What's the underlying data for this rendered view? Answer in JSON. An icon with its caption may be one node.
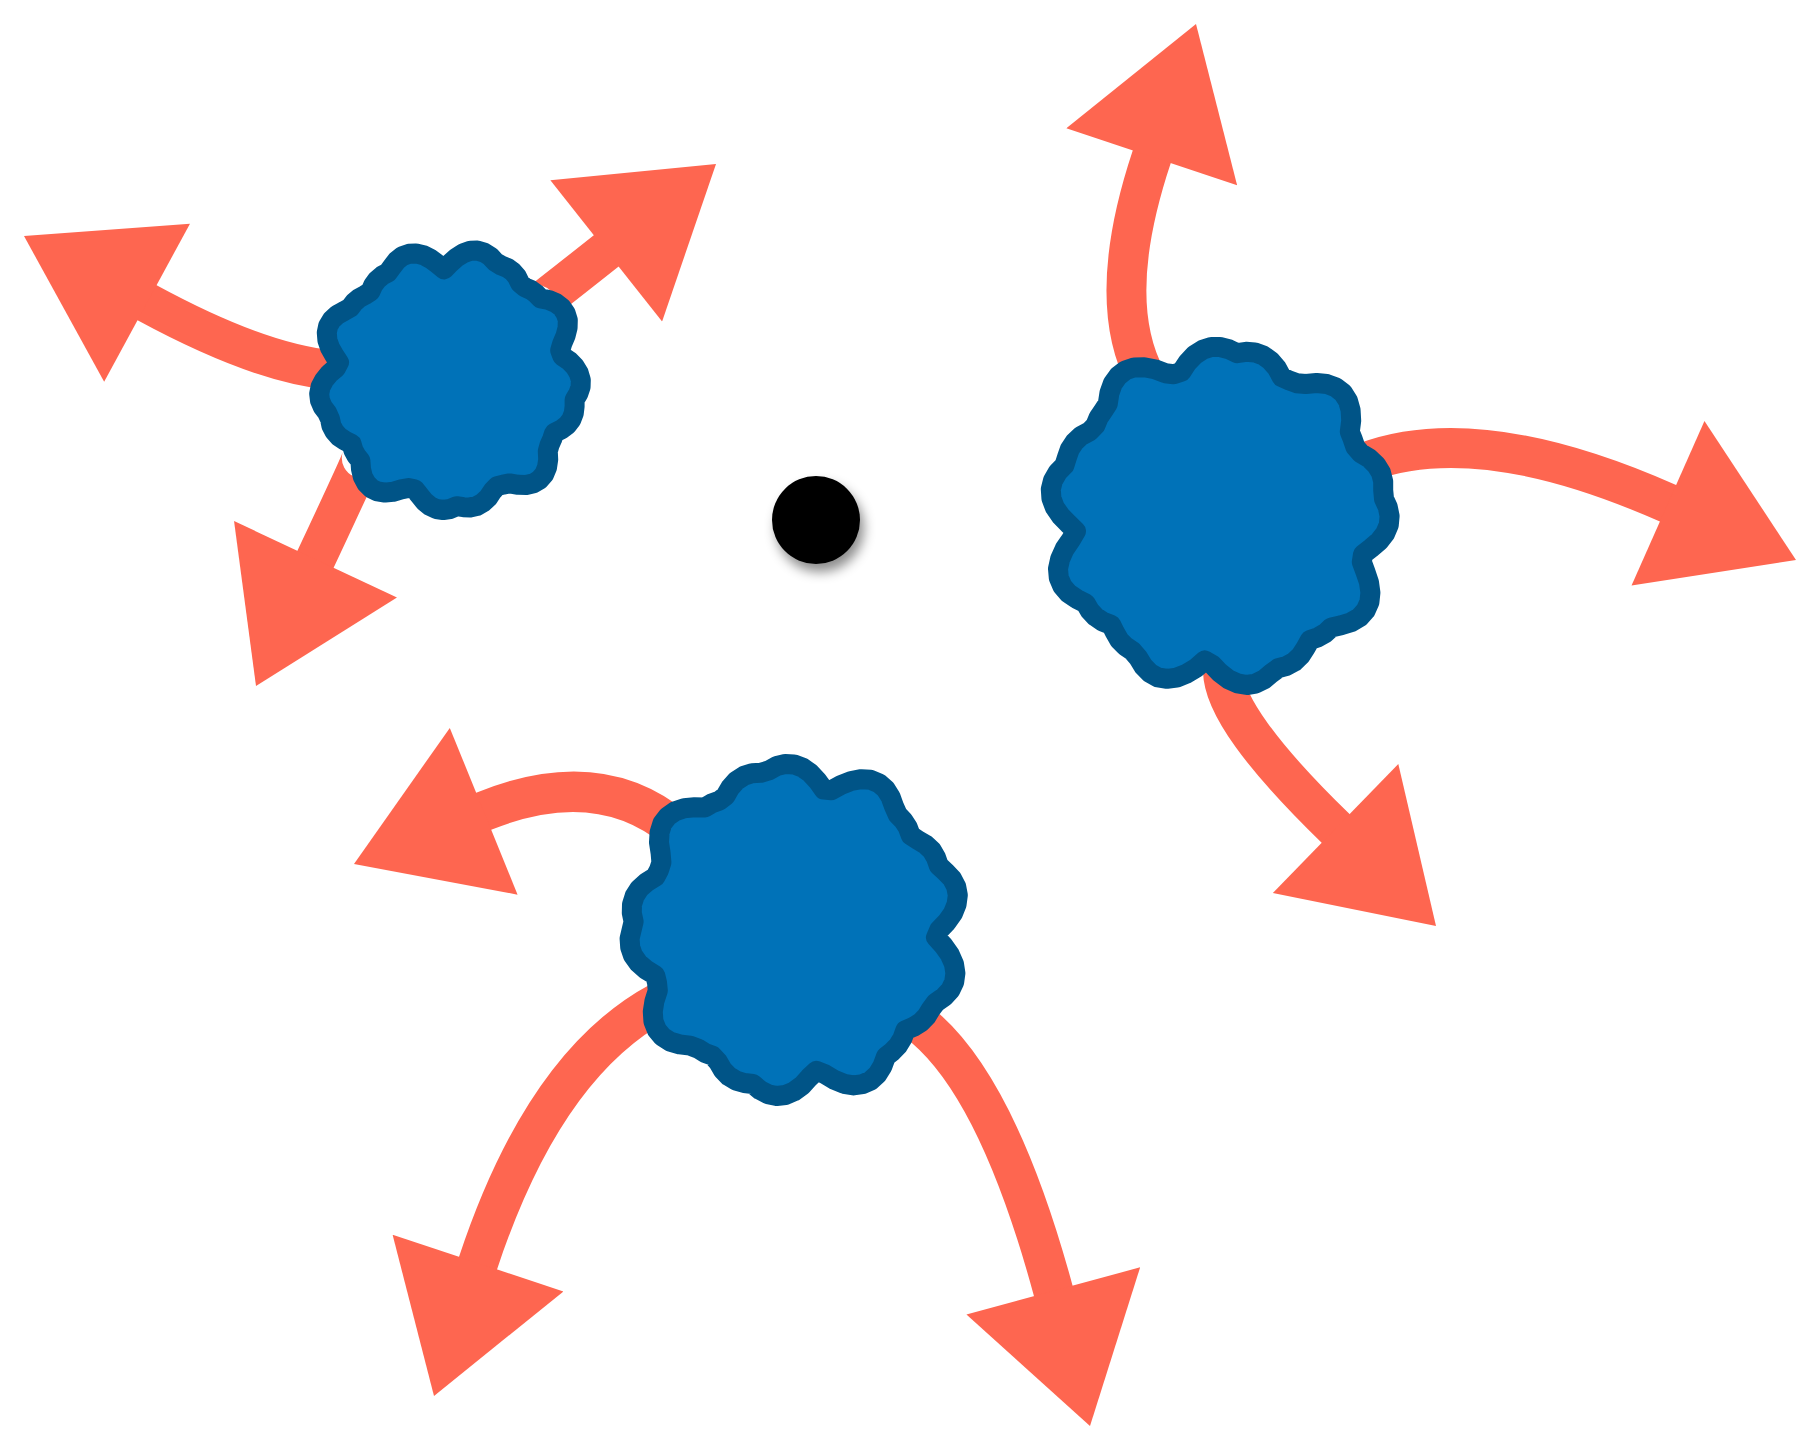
{
  "diagram": {
    "nodes": [
      {
        "text": [],
        "shape": "cloud"
      },
      {
        "text": [],
        "shape": "circle"
      },
      {
        "text": [],
        "shape": "cloud"
      },
      {
        "text": [],
        "shape": "cloud"
      }
    ],
    "edges": [
      {
        "from": 0,
        "to": null,
        "arrow": "to"
      },
      {
        "from": 0,
        "to": null,
        "arrow": "to"
      },
      {
        "from": 0,
        "to": null,
        "arrow": "to"
      },
      {
        "from": 2,
        "to": null,
        "arrow": "to"
      },
      {
        "from": 2,
        "to": null,
        "arrow": "to"
      },
      {
        "from": 2,
        "to": null,
        "arrow": "to"
      },
      {
        "from": 3,
        "to": null,
        "arrow": "to"
      },
      {
        "from": 3,
        "to": null,
        "arrow": "to"
      },
      {
        "from": 3,
        "to": null,
        "arrow": "to"
      }
    ]
  }
}
